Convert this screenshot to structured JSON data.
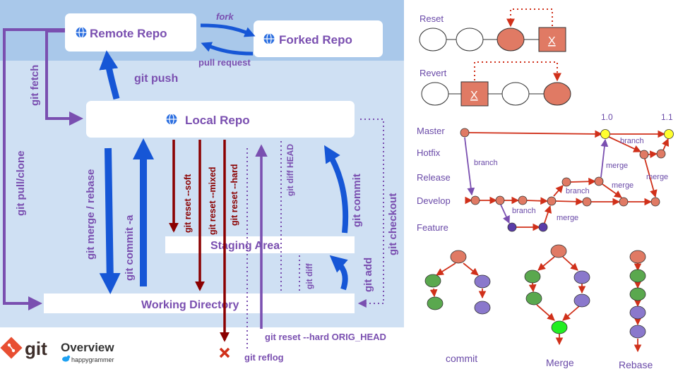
{
  "boxes": {
    "remote": "Remote Repo",
    "forked": "Forked Repo",
    "local": "Local Repo",
    "staging": "Staging Area",
    "working": "Working Directory"
  },
  "commands": {
    "fork": "fork",
    "pull_request": "pull request",
    "git_push": "git push",
    "git_fetch": "git fetch",
    "git_pull_clone": "git pull/clone",
    "git_merge_rebase": "git merge / rebase",
    "git_commit_a": "git commit -a",
    "reset_soft": "git reset --soft",
    "reset_mixed": "git reset --mixed",
    "reset_hard": "git reset --hard",
    "git_diff_head": "git diff HEAD",
    "git_diff": "git diff",
    "git_commit": "git commit",
    "git_add": "git add",
    "git_checkout": "git checkout",
    "reset_orig_head": "git reset --hard ORIG_HEAD",
    "git_reflog": "git reflog"
  },
  "brand": {
    "logo_text": "git",
    "title": "Overview",
    "handle": "happygrammer"
  },
  "reset_revert": {
    "reset_label": "Reset",
    "revert_label": "Revert",
    "x_mark": "X"
  },
  "branching": {
    "rows": [
      "Master",
      "Hotfix",
      "Release",
      "Develop",
      "Feature"
    ],
    "versions": [
      "1.0",
      "1.1"
    ],
    "edge_labels": {
      "branch": "branch",
      "merge": "merge"
    }
  },
  "strategies": [
    "commit",
    "Merge",
    "Rebase"
  ],
  "colors": {
    "top_band": "#a9c8ea",
    "main_band": "#cfe0f3",
    "blue_arrow": "#1656d6",
    "purple": "#7a4fb0",
    "dark_red": "#8b0000",
    "node_red": "#e07a64",
    "node_green": "#5aa84e",
    "node_purple": "#8a78cc",
    "node_yellow": "#ffff2e",
    "node_lime": "#22ee22",
    "edge_red": "#d0301a"
  }
}
